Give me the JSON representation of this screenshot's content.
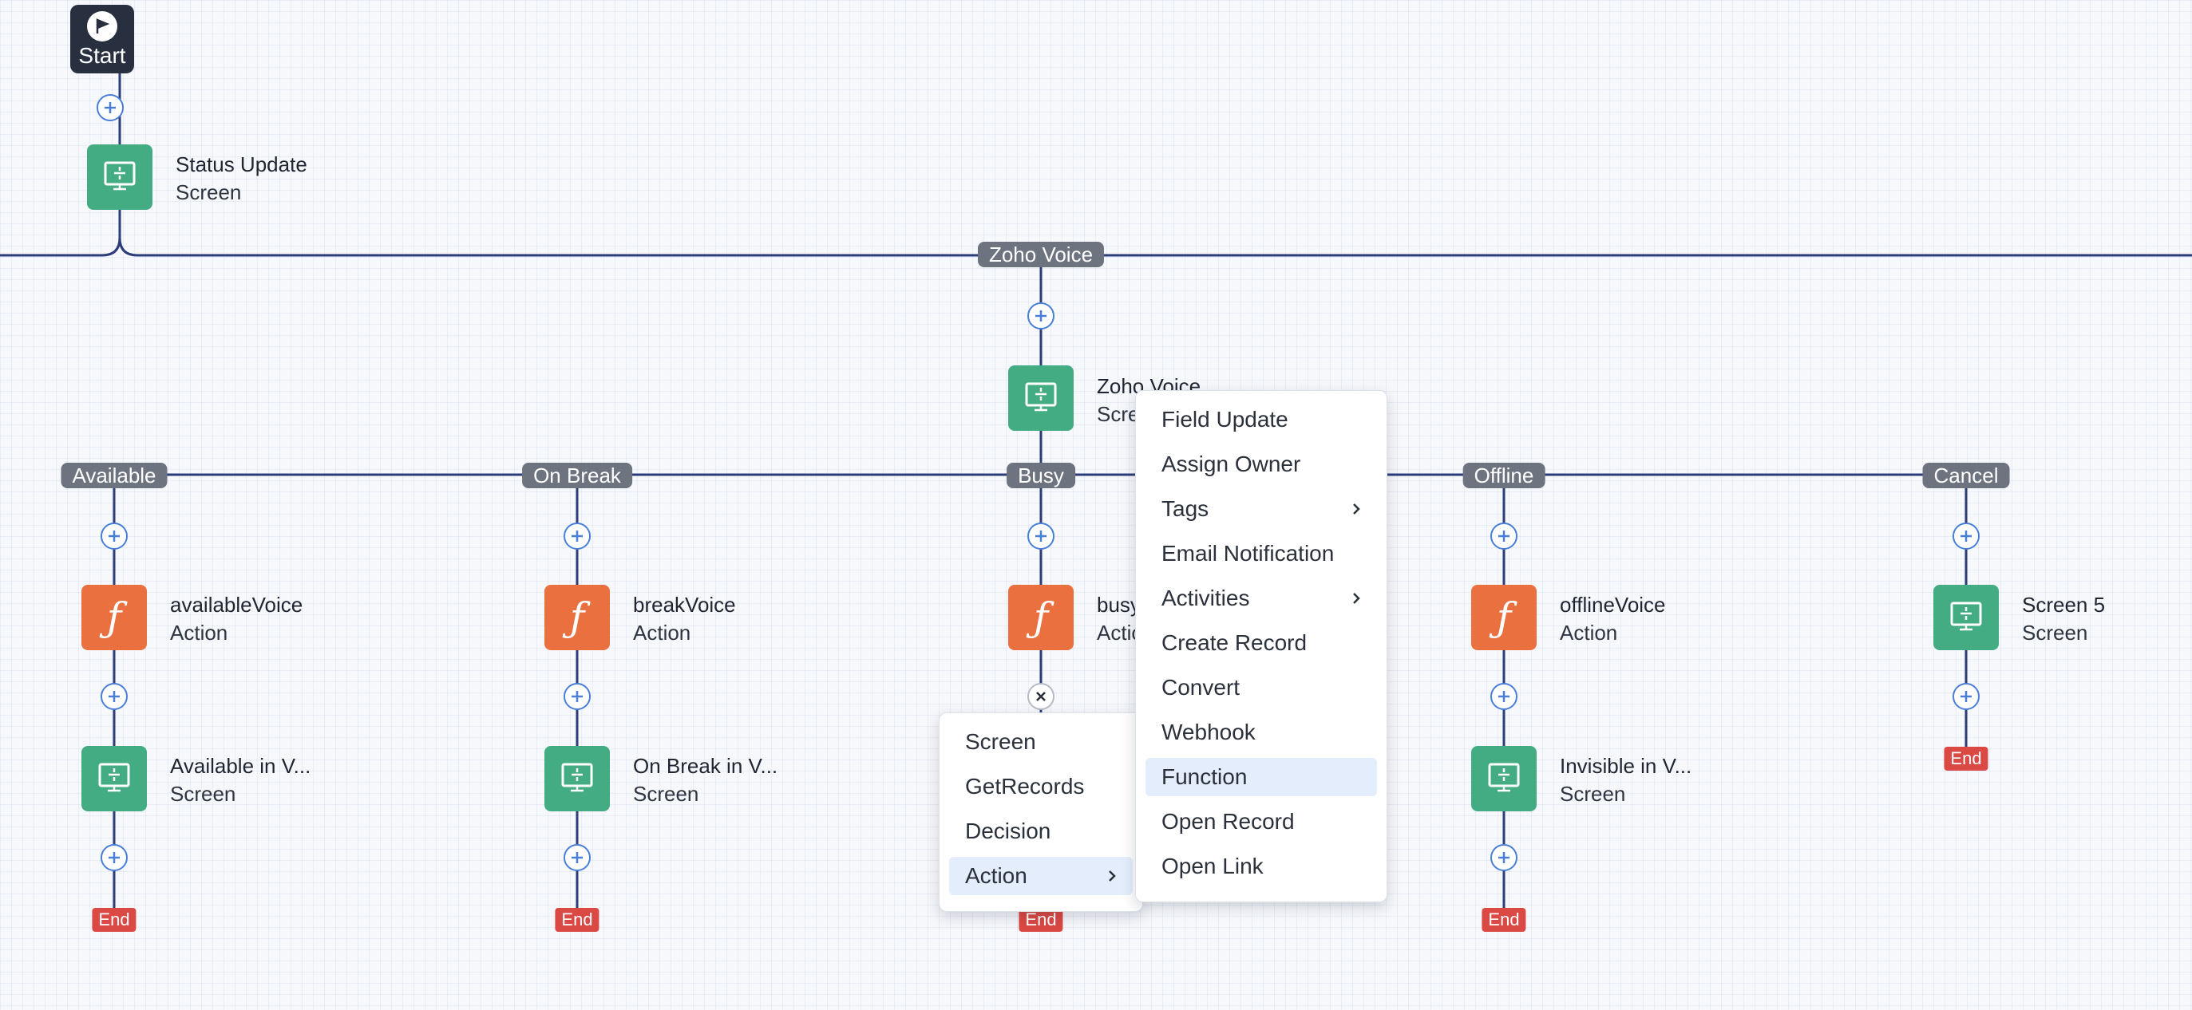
{
  "start": {
    "label": "Start"
  },
  "status_node": {
    "title": "Status Update",
    "subtitle": "Screen"
  },
  "zoho_branch": {
    "label": "Zoho Voice"
  },
  "zoho_node": {
    "title": "Zoho Voice",
    "subtitle": "Screen"
  },
  "branches": {
    "available": {
      "label": "Available",
      "action_title": "availableVoice",
      "action_sub": "Action",
      "screen_title": "Available in V...",
      "screen_sub": "Screen"
    },
    "on_break": {
      "label": "On Break",
      "action_title": "breakVoice",
      "action_sub": "Action",
      "screen_title": "On Break in V...",
      "screen_sub": "Screen"
    },
    "busy": {
      "label": "Busy",
      "action_title": "busyVoice",
      "action_sub": "Action"
    },
    "offline": {
      "label": "Offline",
      "action_title": "offlineVoice",
      "action_sub": "Action",
      "screen_title": "Invisible in V...",
      "screen_sub": "Screen"
    },
    "cancel": {
      "label": "Cancel",
      "screen_title": "Screen 5",
      "screen_sub": "Screen"
    }
  },
  "end_label": "End",
  "add_menu": {
    "items": [
      {
        "label": "Screen"
      },
      {
        "label": "GetRecords"
      },
      {
        "label": "Decision"
      },
      {
        "label": "Action",
        "has_submenu": true,
        "active": true
      }
    ]
  },
  "action_submenu": {
    "items": [
      {
        "label": "Field Update"
      },
      {
        "label": "Assign Owner"
      },
      {
        "label": "Tags",
        "has_submenu": true
      },
      {
        "label": "Email Notification"
      },
      {
        "label": "Activities",
        "has_submenu": true
      },
      {
        "label": "Create Record"
      },
      {
        "label": "Convert"
      },
      {
        "label": "Webhook"
      },
      {
        "label": "Function",
        "active": true
      },
      {
        "label": "Open Record"
      },
      {
        "label": "Open Link"
      }
    ]
  },
  "colors": {
    "wire": "#2d3d7a",
    "plus_border": "#4a7fd8",
    "screen_node": "#44ac82",
    "action_node": "#ea7040",
    "branch_pill": "#6e7380",
    "end_badge": "#db4944",
    "start_node": "#283040",
    "menu_active": "#e3edfb"
  }
}
